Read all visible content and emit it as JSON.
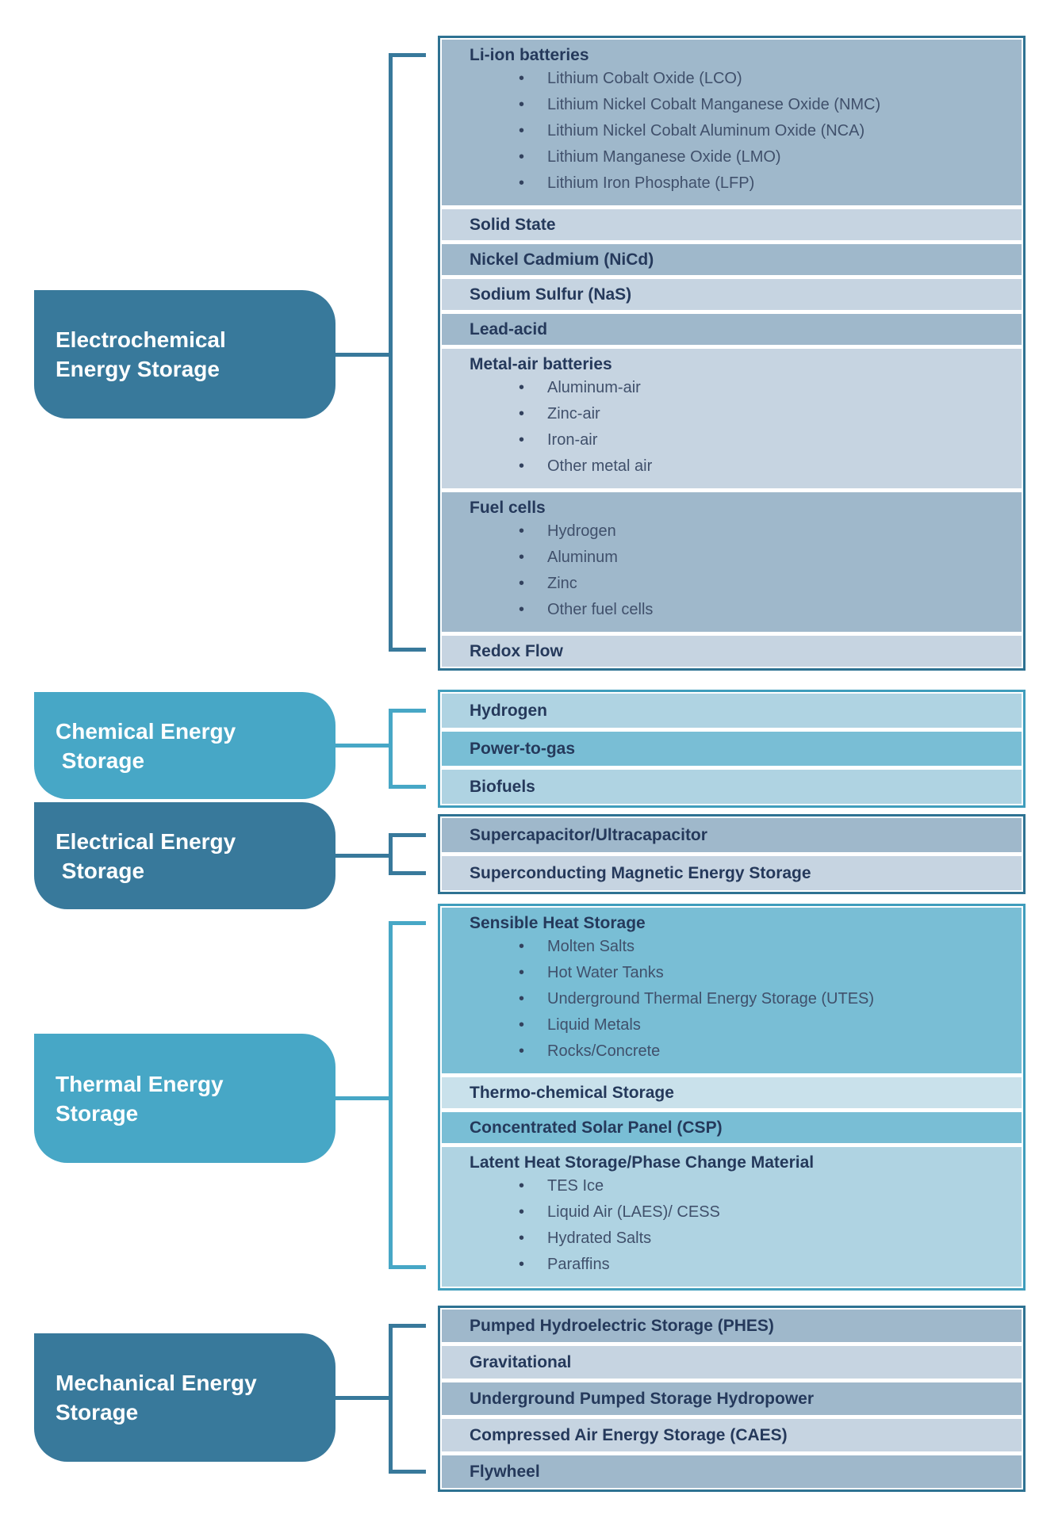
{
  "palette": {
    "canvas_bg": "#FFFFFF",
    "dark_teal": "#38799B",
    "dark_border": "#2E7292",
    "light_teal": "#47A7C6",
    "light_border": "#3F9DBC",
    "steel_row_dark": "#9FB8CB",
    "steel_row_light": "#C6D4E1",
    "cyan_row_dark": "#79BED5",
    "cyan_row_medium": "#AFD3E2",
    "cyan_row_light": "#C9E1EB",
    "title_text": "#25395B",
    "bullet_text": "#40506B",
    "box_text": "#FFFFFF"
  },
  "groups": [
    {
      "id": "electrochemical",
      "label": "Electrochemical\nEnergy Storage",
      "theme": "dark",
      "rows": [
        {
          "title": "Li-ion batteries",
          "shade": "dark",
          "items": [
            "Lithium Cobalt Oxide (LCO)",
            "Lithium Nickel Cobalt Manganese Oxide (NMC)",
            "Lithium Nickel Cobalt Aluminum Oxide (NCA)",
            "Lithium Manganese Oxide (LMO)",
            "Lithium Iron Phosphate (LFP)"
          ]
        },
        {
          "title": "Solid State",
          "shade": "light"
        },
        {
          "title": "Nickel Cadmium (NiCd)",
          "shade": "dark"
        },
        {
          "title": "Sodium Sulfur (NaS)",
          "shade": "light"
        },
        {
          "title": "Lead-acid",
          "shade": "dark"
        },
        {
          "title": "Metal-air batteries",
          "shade": "light",
          "items": [
            "Aluminum-air",
            "Zinc-air",
            "Iron-air",
            "Other metal air"
          ]
        },
        {
          "title": "Fuel cells",
          "shade": "dark",
          "items": [
            "Hydrogen",
            "Aluminum",
            "Zinc",
            "Other fuel cells"
          ]
        },
        {
          "title": "Redox Flow",
          "shade": "light"
        }
      ]
    },
    {
      "id": "chemical",
      "label": "Chemical Energy\n Storage",
      "theme": "light",
      "rows": [
        {
          "title": "Hydrogen",
          "shade": "medium"
        },
        {
          "title": "Power-to-gas",
          "shade": "dark"
        },
        {
          "title": "Biofuels",
          "shade": "medium"
        }
      ]
    },
    {
      "id": "electrical",
      "label": "Electrical Energy\n Storage",
      "theme": "dark",
      "rows": [
        {
          "title": "Supercapacitor/Ultracapacitor",
          "shade": "dark"
        },
        {
          "title": "Superconducting Magnetic Energy Storage",
          "shade": "light"
        }
      ]
    },
    {
      "id": "thermal",
      "label": "Thermal Energy\nStorage",
      "theme": "light",
      "rows": [
        {
          "title": "Sensible Heat Storage",
          "shade": "dark",
          "items": [
            "Molten Salts",
            "Hot Water Tanks",
            "Underground Thermal Energy Storage (UTES)",
            "Liquid Metals",
            "Rocks/Concrete"
          ]
        },
        {
          "title": "Thermo-chemical Storage",
          "shade": "light"
        },
        {
          "title": "Concentrated Solar Panel (CSP)",
          "shade": "dark"
        },
        {
          "title": "Latent Heat Storage/Phase Change Material",
          "shade": "medium",
          "items": [
            "TES Ice",
            "Liquid Air (LAES)/ CESS",
            "Hydrated Salts",
            "Paraffins"
          ]
        }
      ]
    },
    {
      "id": "mechanical",
      "label": "Mechanical Energy\nStorage",
      "theme": "dark",
      "rows": [
        {
          "title": "Pumped Hydroelectric Storage (PHES)",
          "shade": "dark"
        },
        {
          "title": "Gravitational",
          "shade": "light"
        },
        {
          "title": "Underground Pumped Storage Hydropower",
          "shade": "dark"
        },
        {
          "title": "Compressed Air Energy Storage (CAES)",
          "shade": "light"
        },
        {
          "title": "Flywheel",
          "shade": "dark"
        }
      ]
    }
  ]
}
